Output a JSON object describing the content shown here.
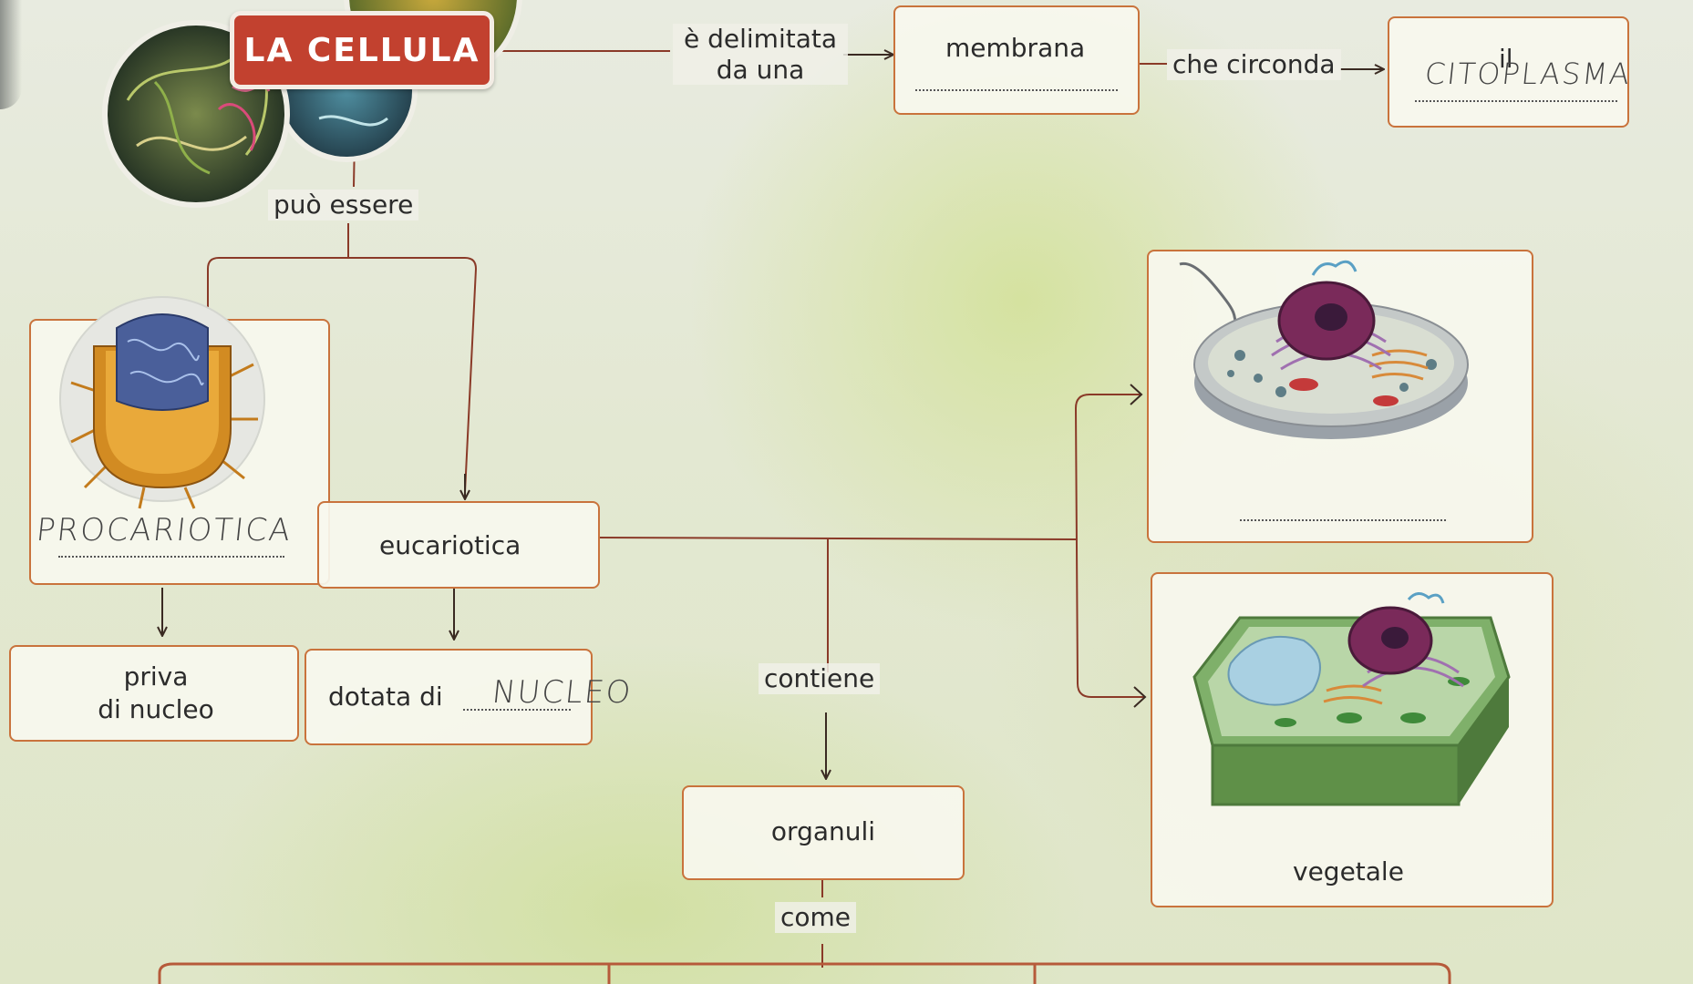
{
  "title": "LA CELLULA",
  "links": {
    "delimited": "è delimitata",
    "delimited_2": "da una",
    "surrounds": "che circonda",
    "can_be": "può essere",
    "contains": "contiene",
    "like": "come"
  },
  "boxes": {
    "membrane": "membrana",
    "cytoplasm_article": "il",
    "eukaryotic": "eucariotica",
    "no_nucleus_1": "priva",
    "no_nucleus_2": "di nucleo",
    "with_nucleus": "dotata di",
    "organelles": "organuli",
    "plant": "vegetale"
  },
  "handwritten": {
    "cytoplasm": "CITOPLASMA",
    "prokaryotic": "PROCARIOTICA",
    "nucleus": "NUCLEO"
  },
  "colors": {
    "box_border": "#c9733c",
    "title_background": "#c2412f",
    "connector": "#8a3a28"
  }
}
